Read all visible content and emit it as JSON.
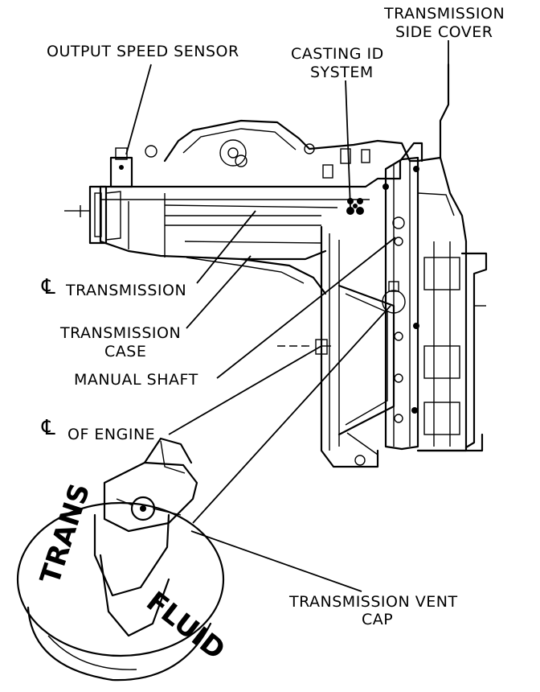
{
  "labels": {
    "side_cover_1": "TRANSMISSION",
    "side_cover_2": "SIDE COVER",
    "output_speed_sensor": "OUTPUT SPEED SENSOR",
    "casting_id_1": "CASTING ID",
    "casting_id_2": "SYSTEM",
    "cl_transmission": "TRANSMISSION",
    "transmission_case_1": "TRANSMISSION",
    "transmission_case_2": "CASE",
    "manual_shaft": "MANUAL SHAFT",
    "cl_engine": "OF ENGINE",
    "vent_cap_1": "TRANSMISSION VENT",
    "vent_cap_2": "CAP",
    "centerline_symbol": "℄",
    "cap_text_trans": "TRANS",
    "cap_text_fluid": "FLUID"
  }
}
